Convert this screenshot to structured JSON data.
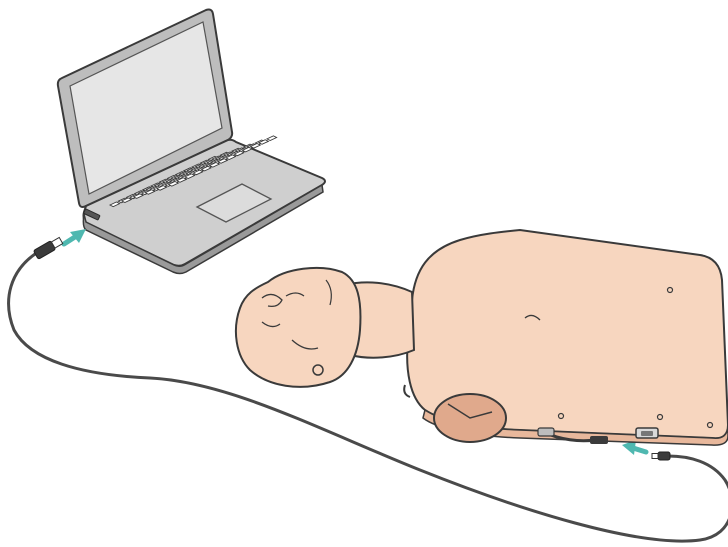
{
  "illustration": {
    "colors": {
      "laptop_body": "#c9c9c9",
      "laptop_outline": "#3a3a3a",
      "screen": "#e4e4e4",
      "keyboard": "#5a5a5a",
      "skin": "#f7d6bf",
      "skin_shadow": "#e8b89c",
      "outline": "#3a3a3a",
      "cable": "#4a4a4a",
      "arrow": "#4fb8b0"
    },
    "icons": {
      "laptop": "laptop-icon",
      "manikin": "cpr-manikin-torso",
      "cable": "usb-cable",
      "arrow": "direction-arrow"
    }
  }
}
